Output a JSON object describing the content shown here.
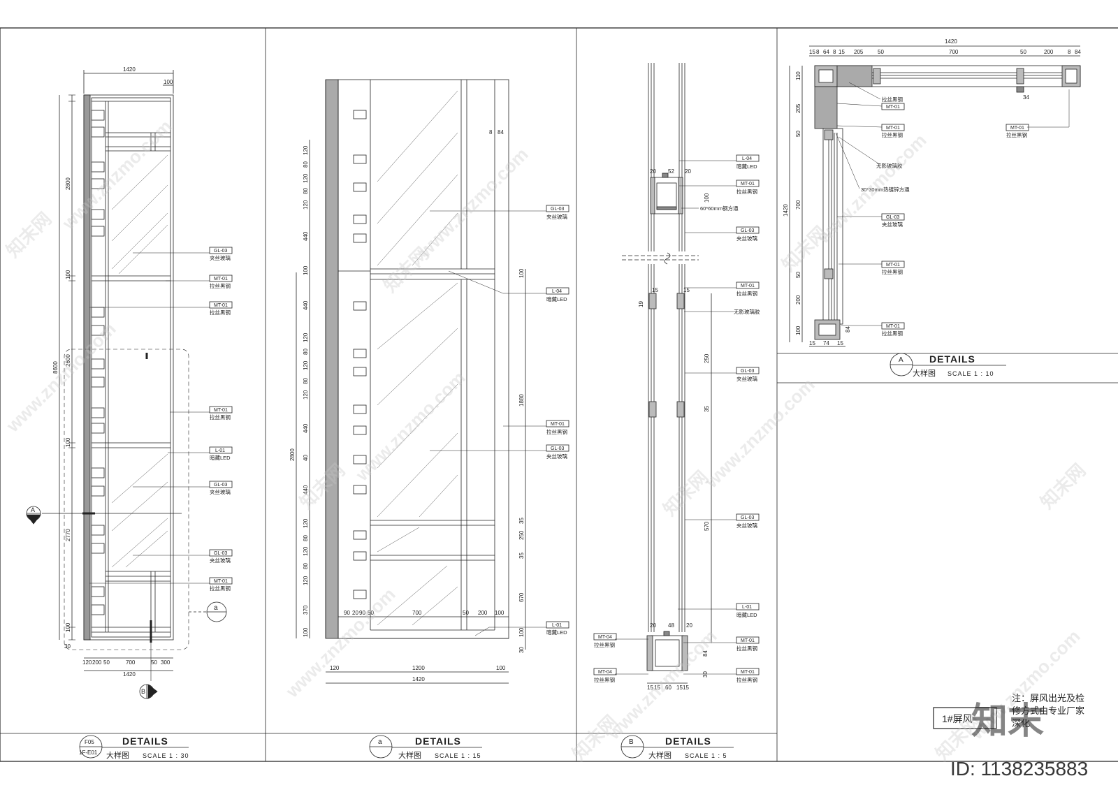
{
  "panels": [
    {
      "title": "DETAILS",
      "subtitle": "大样图",
      "scale": "SCALE 1 : 30",
      "marker_top": "F05",
      "marker_bottom": "1F-E01"
    },
    {
      "title": "DETAILS",
      "subtitle": "大样图",
      "scale": "SCALE 1 : 15",
      "marker": "a"
    },
    {
      "title": "DETAILS",
      "subtitle": "大样图",
      "scale": "SCALE 1 : 5",
      "marker": "B"
    },
    {
      "title": "DETAILS",
      "subtitle": "大样图",
      "scale": "SCALE 1 : 10",
      "marker": "A"
    }
  ],
  "section_markers": {
    "A": "A",
    "B": "B",
    "a": "a"
  },
  "tags": {
    "GL03": "GL-03",
    "GL03_cn": "夹丝玻璃",
    "MT01": "MT-01",
    "MT01_cn": "拉丝黑钢",
    "MT04": "MT-04",
    "L01": "L-01",
    "L01_cn": "暗藏LED",
    "L04": "L-04",
    "invisible_glue": "无影玻璃胶",
    "tube60": "60*60mm钢方通",
    "tube30": "30*30mm热镀锌方通"
  },
  "dims": {
    "d1420": "1420",
    "d100": "100",
    "d2800": "2800",
    "d2600": "2600",
    "d8600": "8600",
    "d2770": "2770",
    "d120": "120",
    "d200": "200",
    "d50": "50",
    "d700": "700",
    "d300": "300",
    "d30": "30",
    "d80": "80",
    "d440": "440",
    "d40": "40",
    "d1200": "1200",
    "d370": "370",
    "d90": "90",
    "d1880": "1880",
    "d35": "35",
    "d250": "250",
    "d670": "670",
    "d570": "570",
    "d20": "20",
    "d52": "52",
    "d15": "15",
    "d19": "19",
    "d48": "48",
    "d84": "84",
    "d60": "60",
    "d8": "8",
    "d205": "205",
    "d64": "64",
    "d74": "74",
    "d34": "34",
    "d110": "110"
  },
  "note": {
    "line1": "注：屏风出光及检",
    "line2": "修方式由专业厂家",
    "line3": "深化"
  },
  "title_box": "1#屏风",
  "watermark": {
    "id": "ID: 1138235883",
    "logo": "知末",
    "site": "www.znzmo.com",
    "brand": "知末网"
  }
}
